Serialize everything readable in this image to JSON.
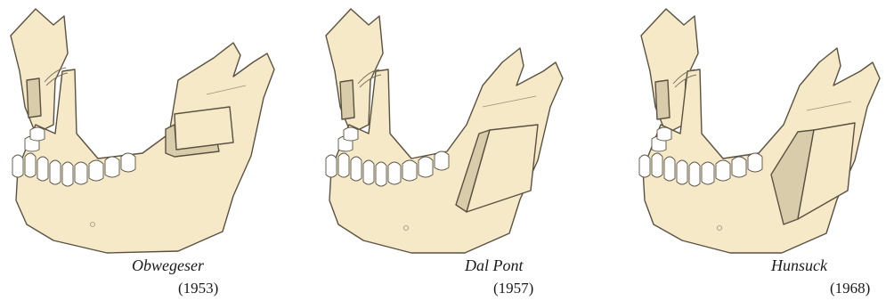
{
  "figures": [
    {
      "name": "Obwegeser",
      "year": "(1953)",
      "variant": "obwegeser"
    },
    {
      "name": "Dal Pont",
      "year": "(1957)",
      "variant": "dalpont"
    },
    {
      "name": "Hunsuck",
      "year": "(1968)",
      "variant": "hunsuck"
    }
  ],
  "colors": {
    "bone": "#f5e9c8",
    "cut": "#d9ccaa",
    "outline": "#5a5142"
  }
}
